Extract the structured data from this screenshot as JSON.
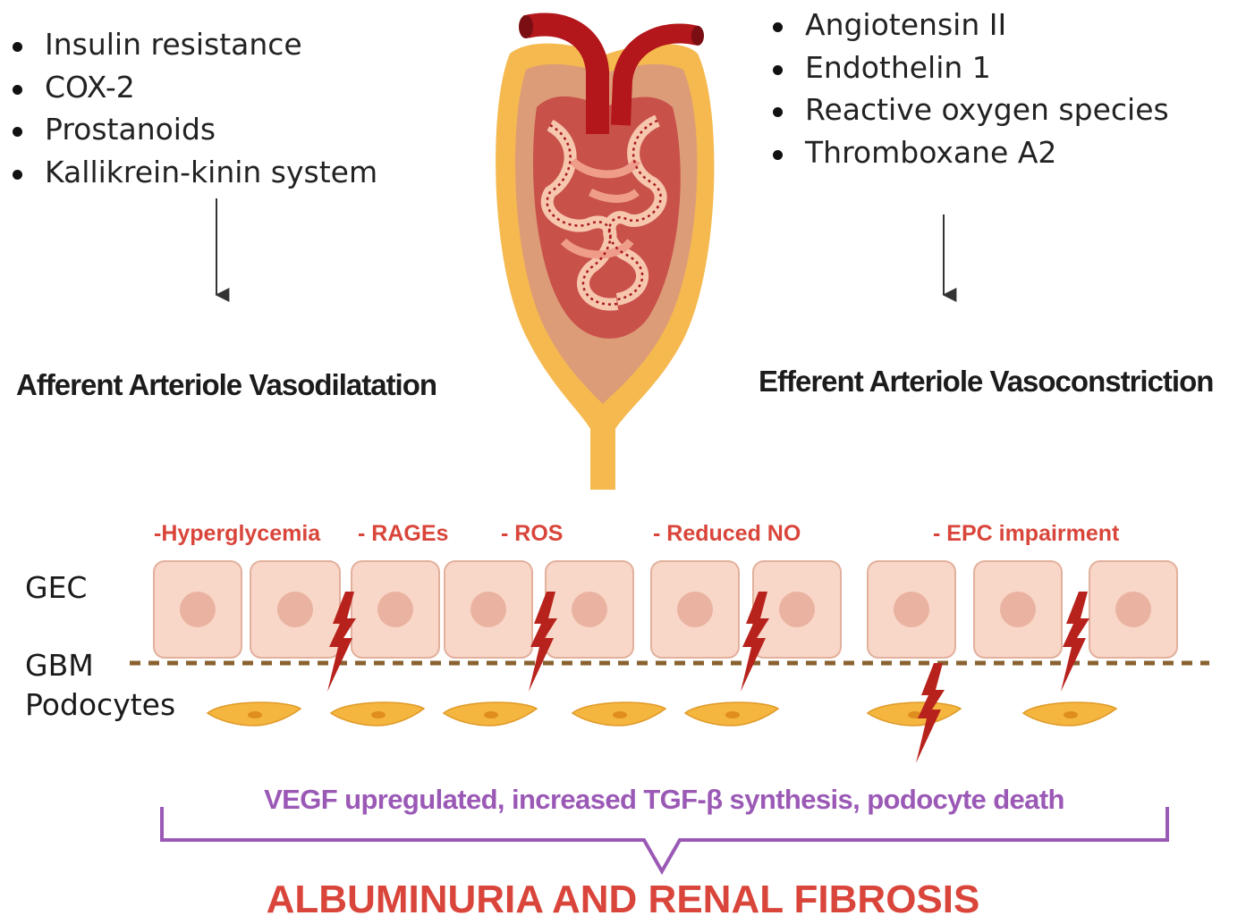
{
  "left_factors": [
    "Insulin resistance",
    "COX-2",
    "Prostanoids",
    "Kallikrein-kinin system"
  ],
  "right_factors": [
    "Angiotensin II",
    "Endothelin 1",
    "Reactive oxygen species",
    "Thromboxane A2"
  ],
  "afferent_heading": "Afferent Arteriole Vasodilatation",
  "efferent_heading": "Efferent  Arteriole Vasoconstriction",
  "injury_factors": [
    "-Hyperglycemia",
    "- RAGEs",
    "- ROS",
    "- Reduced NO",
    "- EPC impairment"
  ],
  "layers": {
    "gec": "GEC",
    "gbm": "GBM",
    "podocytes": "Podocytes"
  },
  "summary": "VEGF upregulated, increased TGF-β synthesis,  podocyte death",
  "conclusion": "ALBUMINURIA AND RENAL FIBROSIS",
  "colors": {
    "injury_text": "#d9453b",
    "summary_text": "#9b59b6",
    "bracket": "#9b59b6",
    "lightning": "#b8221c",
    "cell_fill": "#f9d7c8",
    "nucleus": "#eab2a0",
    "podocyte": "#f4b63f",
    "gbm_line": "#8a6230",
    "capsule_outer": "#f5b94f",
    "capsule_inner": "#d99674",
    "vessel": "#b3161b"
  }
}
